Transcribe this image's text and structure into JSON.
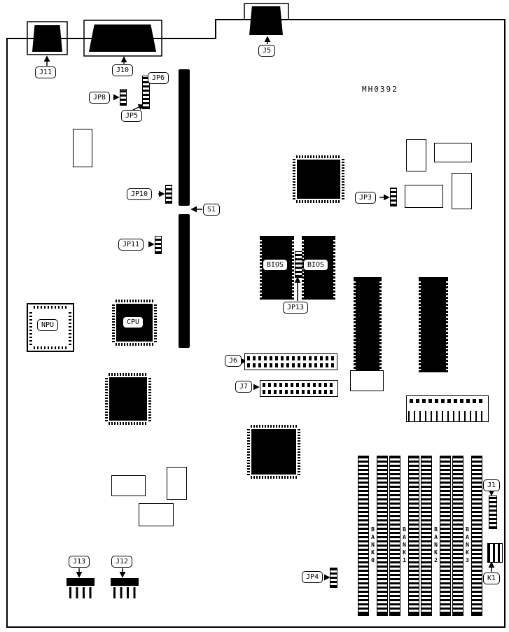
{
  "board": {
    "part_number": "MH0392"
  },
  "labels": {
    "j11": "J11",
    "j10": "J10",
    "j5": "J5",
    "jp6": "JP6",
    "jp8": "JP8",
    "jp5": "JP5",
    "jp10": "JP10",
    "s1": "S1",
    "jp11": "JP11",
    "jp3": "JP3",
    "jp13": "JP13",
    "j6": "J6",
    "j7": "J7",
    "npu": "NPU",
    "cpu": "CPU",
    "bios_left": "BIOS",
    "bios_right": "BIOS",
    "j13": "J13",
    "j12": "J12",
    "jp4": "JP4",
    "j1": "J1",
    "k1": "K1"
  },
  "memory_banks": [
    "BANK0",
    "BANK1",
    "BANK2",
    "BANK3"
  ]
}
